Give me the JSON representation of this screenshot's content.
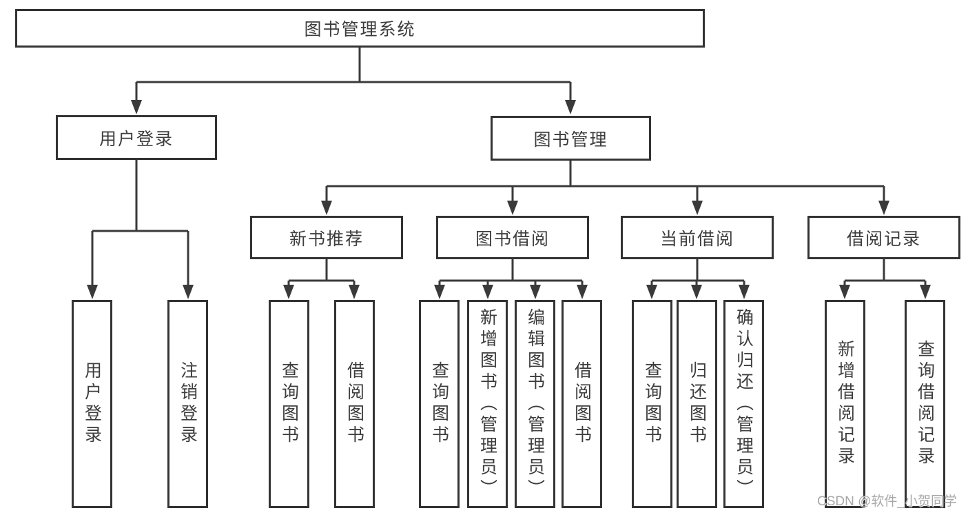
{
  "colors": {
    "line": "#3a3a3a",
    "box_border": "#333333",
    "text": "#3d3d3d",
    "background": "#ffffff",
    "watermark": "#a8a8a8"
  },
  "diagram": {
    "root": {
      "label": "图书管理系统"
    },
    "branches": [
      {
        "label": "用户登录",
        "children": [
          {
            "label": "用户登录"
          },
          {
            "label": "注销登录"
          }
        ]
      },
      {
        "label": "图书管理",
        "children": [
          {
            "label": "新书推荐",
            "children": [
              {
                "label": "查询图书"
              },
              {
                "label": "借阅图书"
              }
            ]
          },
          {
            "label": "图书借阅",
            "children": [
              {
                "label": "查询图书"
              },
              {
                "label": "新增图书（管理员）"
              },
              {
                "label": "编辑图书（管理员）"
              },
              {
                "label": "借阅图书"
              }
            ]
          },
          {
            "label": "当前借阅",
            "children": [
              {
                "label": "查询图书"
              },
              {
                "label": "归还图书"
              },
              {
                "label": "确认归还（管理员）"
              }
            ]
          },
          {
            "label": "借阅记录",
            "children": [
              {
                "label": "新增借阅记录"
              },
              {
                "label": "查询借阅记录"
              }
            ]
          }
        ]
      }
    ]
  },
  "watermark": {
    "text": "CSDN @软件_小贺同学"
  }
}
